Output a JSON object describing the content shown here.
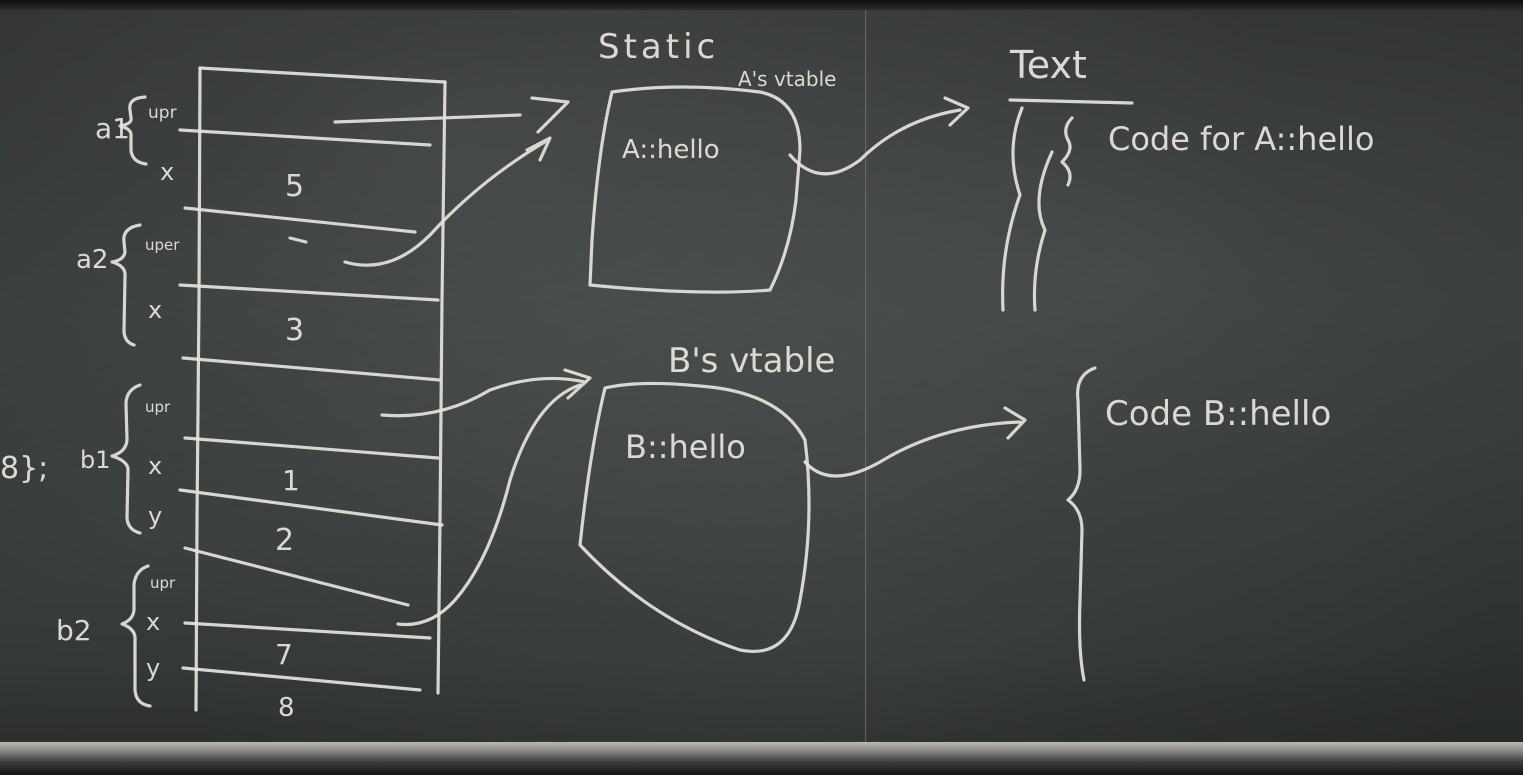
{
  "memory": {
    "a1": {
      "name": "a1",
      "upr": "upr",
      "x": "x",
      "x_value": "5"
    },
    "a2": {
      "name": "a2",
      "upr": "uper",
      "x": "x",
      "x_value": "3"
    },
    "b1": {
      "name": "b1",
      "upr": "upr",
      "x": "x",
      "x_value": "1",
      "y": "y",
      "y_value": "2"
    },
    "b2": {
      "name": "b2",
      "upr": "upr",
      "x": "x",
      "x_value": "7",
      "y": "y",
      "y_value": "8"
    },
    "left_edge_text": "8};"
  },
  "static_section": {
    "title": "Static",
    "a_vtable": {
      "label": "A's vtable",
      "entry": "A::hello"
    },
    "b_vtable": {
      "label": "B's vtable",
      "entry": "B::hello"
    }
  },
  "text_section": {
    "title": "Text",
    "code_a": "Code for A::hello",
    "code_b": "Code B::hello"
  }
}
